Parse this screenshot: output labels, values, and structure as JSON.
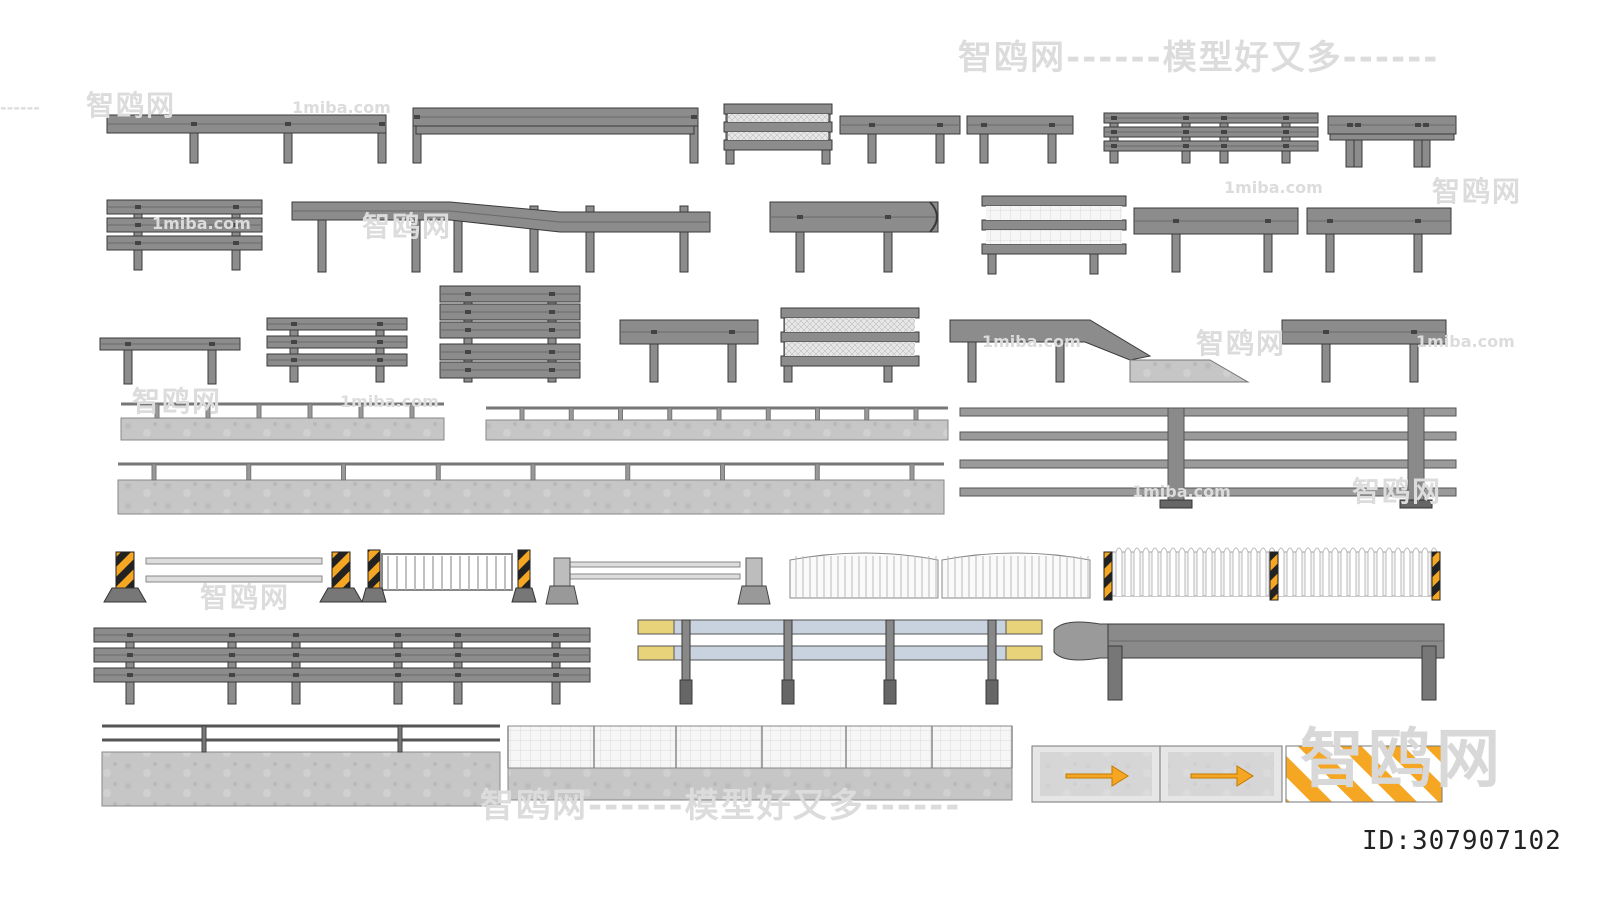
{
  "watermarks": {
    "site_cn": "智鸥网",
    "slogan": "智鸥网------模型好又多------",
    "site_en": "1miba.com",
    "dash_long": "------",
    "dash_tail": "------"
  },
  "image_id": "ID:307907102",
  "colors": {
    "steel": "#8c8c8c",
    "steel_dark": "#555555",
    "concrete": "#c4c4c4",
    "hazard_orange": "#f5a623",
    "hazard_black": "#222222",
    "panel_blue": "#c9d3df",
    "panel_yellow": "#e8d37a",
    "white_fence": "#f4f4f4"
  },
  "models": [
    "guardrail-w-beam-2post",
    "guardrail-long-cap",
    "guardrail-mesh-panel",
    "guardrail-short-a",
    "guardrail-short-b",
    "guardrail-triple-rail",
    "guardrail-double-post",
    "guardrail-3rail-short",
    "guardrail-transition",
    "guardrail-curved-end",
    "guardrail-mesh-panel-2",
    "guardrail-flat-a",
    "guardrail-flat-b",
    "guardrail-single-low",
    "guardrail-3rail-low",
    "guardrail-4rail",
    "guardrail-short-c",
    "guardrail-mesh-panel-3",
    "guardrail-ramp-end",
    "guardrail-short-d",
    "parapet-rail-a",
    "parapet-rail-b",
    "parapet-rail-long",
    "pipe-rail-4tier",
    "barrier-hazard-ends",
    "fence-hazard-ends",
    "barrier-concrete-base",
    "fence-arched",
    "fence-picket-hazard",
    "guardrail-3rail-long",
    "guardrail-blue-yellow",
    "guardrail-terminal-end",
    "parapet-concrete-rails",
    "fence-mesh-wall",
    "water-barrier-arrow",
    "water-barrier-striped"
  ]
}
